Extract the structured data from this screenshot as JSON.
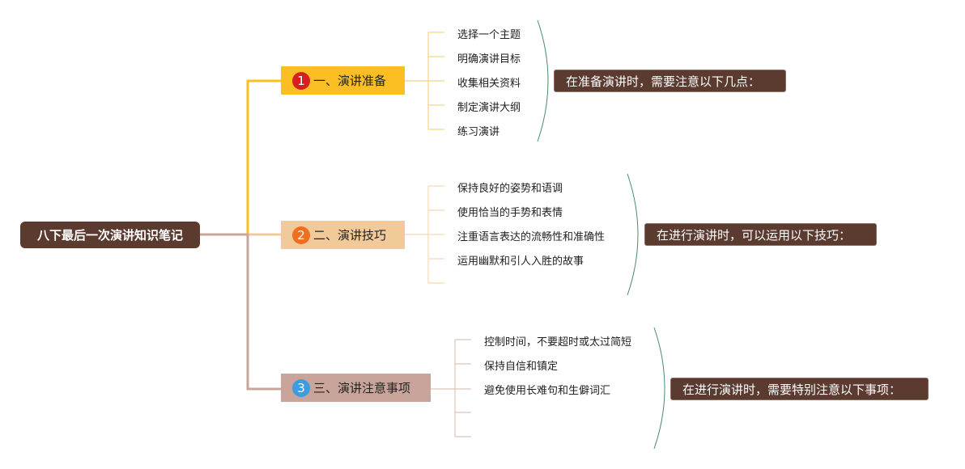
{
  "root": {
    "title": "八下最后一次演讲知识笔记"
  },
  "branches": [
    {
      "number": "1",
      "label": "一、演讲准备",
      "items": [
        "选择一个主题",
        "明确演讲目标",
        "收集相关资料",
        "制定演讲大纲",
        "练习演讲"
      ],
      "summary": "在准备演讲时，需要注意以下几点："
    },
    {
      "number": "2",
      "label": "二、演讲技巧",
      "items": [
        "保持良好的姿势和语调",
        "使用恰当的手势和表情",
        "注重语言表达的流畅性和准确性",
        "运用幽默和引人入胜的故事",
        ""
      ],
      "summary": "在进行演讲时，可以运用以下技巧："
    },
    {
      "number": "3",
      "label": "三、演讲注意事项",
      "items": [
        "控制时间，不要超时或太过简短",
        "保持自信和镇定",
        "避免使用长难句和生僻词汇",
        "",
        ""
      ],
      "summary": "在进行演讲时，需要特别注意以下事项："
    }
  ],
  "colors": {
    "root_bg": "#5b3a30",
    "branch1": "#fbbf24",
    "branch2": "#f2c999",
    "branch3": "#c9a49a",
    "bracket": "#4a8a6a"
  }
}
